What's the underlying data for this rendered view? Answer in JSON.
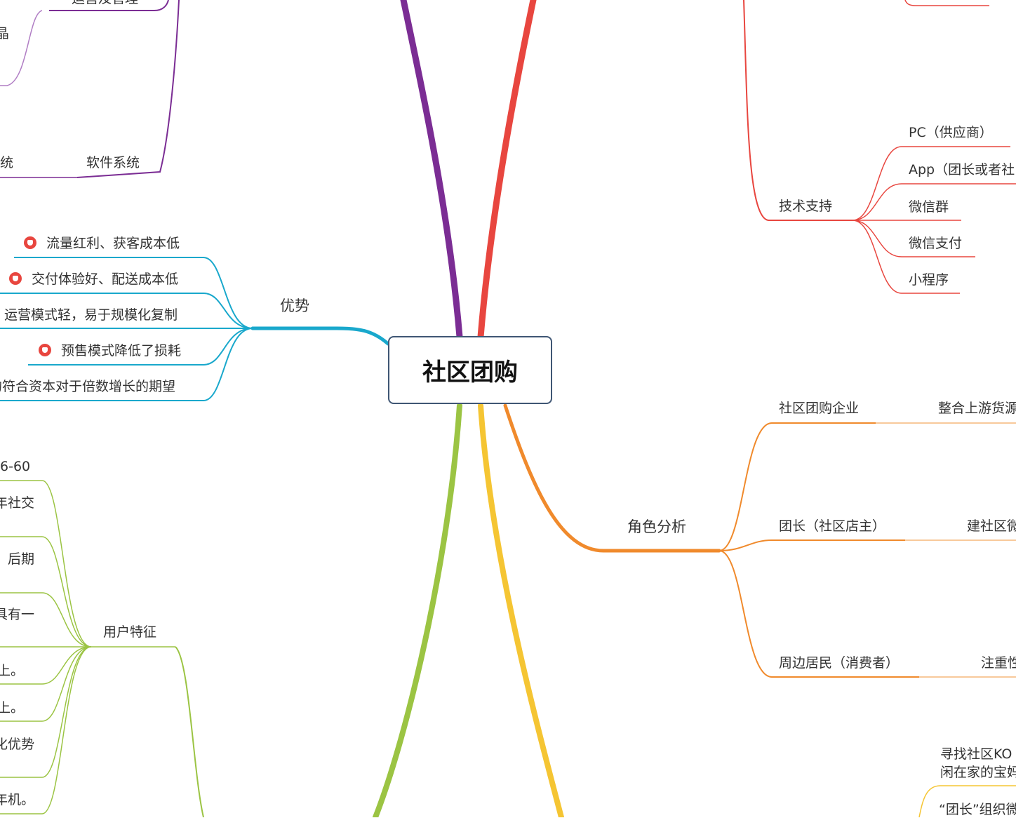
{
  "central": "社区团购",
  "branches": {
    "purple": {
      "color": "#7b2d94",
      "items": [
        "运营及管理",
        "软件系统"
      ],
      "partial": [
        "晶",
        "统"
      ]
    },
    "advantages": {
      "color": "#19a8cc",
      "label": "优势",
      "items": [
        "流量红利、获客成本低",
        "交付体验好、配送成本低",
        "运营模式轻，易于规模化复制",
        "预售模式降低了损耗",
        "的符合资本对于倍数增长的期望"
      ]
    },
    "user": {
      "color": "#8dc53e",
      "label": "用户特征",
      "partial": [
        "6-60",
        "年社交",
        "、后期",
        "具有一",
        "上。",
        "上。",
        "化优势",
        "年机。"
      ]
    },
    "tech": {
      "color": "#e8463f",
      "label": "技术支持",
      "items": [
        "PC（供应商）",
        "App（团长或者社",
        "微信群",
        "微信支付",
        "小程序"
      ]
    },
    "roles": {
      "color": "#f08a2c",
      "label": "角色分析",
      "items": [
        "社区团购企业",
        "团长（社区店主）",
        "周边居民（消费者）"
      ],
      "details": [
        "整合上游货源",
        "建社区微",
        "注重性"
      ]
    },
    "yellow": {
      "color": "#f5c533",
      "items": [
        "寻找社区KO",
        "闲在家的宝妈",
        "“团长”组织微"
      ]
    }
  }
}
